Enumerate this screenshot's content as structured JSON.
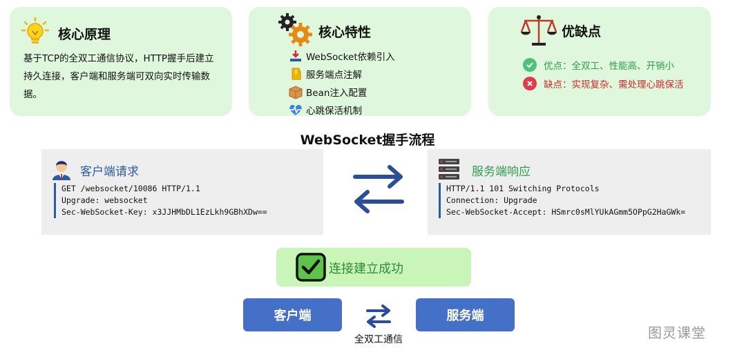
{
  "principle": {
    "title": "核心原理",
    "lines": [
      "基于TCP的全双工通信协议，HTTP握手后建立",
      "持久连接，客户端和服务端可双向实时传输数",
      "据。"
    ]
  },
  "features": {
    "title": "核心特性",
    "items": [
      {
        "label": "WebSocket依赖引入",
        "icon": "download-icon"
      },
      {
        "label": "服务端点注解",
        "icon": "tag-icon"
      },
      {
        "label": "Bean注入配置",
        "icon": "box-icon"
      },
      {
        "label": "心跳保活机制",
        "icon": "heartbeat-icon"
      }
    ]
  },
  "pros_cons": {
    "title": "优缺点",
    "pros": "优点：全双工、性能高、开销小",
    "cons": "缺点：实现复杂、需处理心跳保活",
    "pro_color": "#2e9e4f",
    "con_color": "#d12a2a"
  },
  "handshake": {
    "title": "WebSocket握手流程",
    "request": {
      "title": "客户端请求",
      "lines": [
        "GET /websocket/10086 HTTP/1.1",
        "Upgrade: websocket",
        "Sec-WebSocket-Key: x3JJHMbDL1EzLkh9GBhXDw=="
      ]
    },
    "response": {
      "title": "服务端响应",
      "lines": [
        "HTTP/1.1 101 Switching Protocols",
        "Connection: Upgrade",
        "Sec-WebSocket-Accept: HSmrc0sMlYUkAGmm5OPpG2HaGWk="
      ]
    }
  },
  "success": {
    "label": "连接建立成功"
  },
  "nodes": {
    "client": "客户端",
    "server": "服务端",
    "duplex": "全双工通信"
  },
  "watermark": "图灵课堂",
  "colors": {
    "card_bg": "#dff7dc",
    "panel_bg": "#eeeeee",
    "accent_blue": "#2b5aa6",
    "button_blue": "#4470c8",
    "success_bg": "#c9f5b8",
    "success_text": "#2f8a3a"
  }
}
